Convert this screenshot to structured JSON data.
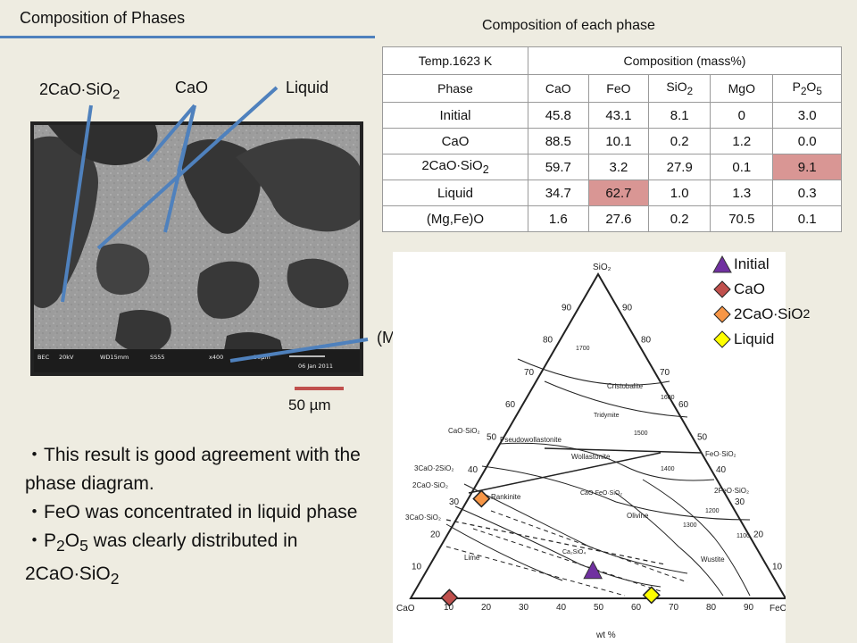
{
  "header": {
    "title": "Composition of Phases",
    "table_title": "Composition of each phase"
  },
  "table": {
    "temp_label": "Temp.1623 K",
    "comp_label": "Composition (mass%)",
    "phase_header": "Phase",
    "columns": [
      "CaO",
      "FeO",
      "SiO",
      "MgO",
      "P",
      "O"
    ],
    "rows": [
      {
        "phase": "Initial",
        "values": [
          "45.8",
          "43.1",
          "8.1",
          "0",
          "3.0"
        ]
      },
      {
        "phase": "CaO",
        "values": [
          "88.5",
          "10.1",
          "0.2",
          "1.2",
          "0.0"
        ]
      },
      {
        "phase": "2CaO∙SiO",
        "values": [
          "59.7",
          "3.2",
          "27.9",
          "0.1",
          "9.1"
        ]
      },
      {
        "phase": "Liquid",
        "values": [
          "34.7",
          "62.7",
          "1.0",
          "1.3",
          "0.3"
        ]
      },
      {
        "phase": "(Mg,Fe)O",
        "values": [
          "1.6",
          "27.6",
          "0.2",
          "70.5",
          "0.1"
        ]
      }
    ],
    "sub": {
      "two": "2",
      "five": "5"
    },
    "highlight_color": "#d99694"
  },
  "image_labels": {
    "c2s": "2CaO∙SiO",
    "cao": "CaO",
    "liquid": "Liquid",
    "mgfeo": "(Mg,Fe)O",
    "scale": "50 µm",
    "sub2": "2"
  },
  "sem_info": {
    "bec": "BEC",
    "kv": "20kV",
    "wd": "WD15mm",
    "ss": "SS55",
    "mag": "x400",
    "scale": "50µm",
    "date": "06 Jan 2011"
  },
  "notes": {
    "bullet": "・",
    "n1": "This result is good agreement with the phase diagram.",
    "n2": "FeO was concentrated in liquid phase",
    "n3a": "P",
    "n3b": "O",
    "n3c": " was clearly distributed in 2CaO∙SiO",
    "sub2": "2",
    "sub5": "5"
  },
  "legend": {
    "initial": "Initial",
    "cao": "CaO",
    "c2s": "2CaO∙SiO",
    "liquid": "Liquid",
    "sub2": "2",
    "colors": {
      "initial": "#7030a0",
      "cao": "#c0504d",
      "c2s": "#f79646",
      "liquid": "#ffff00"
    }
  },
  "diagram": {
    "apex_top": "SiO₂",
    "apex_left": "CaO",
    "apex_right": "FeO",
    "axis_label": "wt %",
    "bottom_ticks": [
      "10",
      "20",
      "30",
      "40",
      "50",
      "60",
      "70",
      "80",
      "90"
    ],
    "left_ticks": [
      "10",
      "20",
      "30",
      "40",
      "50",
      "60",
      "70",
      "80",
      "90"
    ],
    "right_ticks": [
      "90",
      "80",
      "70",
      "60",
      "50",
      "40",
      "30",
      "20",
      "10"
    ],
    "compounds": [
      "CaO·SiO₂",
      "3CaO·2SiO₂",
      "2CaO·SiO₂",
      "3CaO·SiO₂",
      "FeO·SiO₂",
      "2FeO·SiO₂",
      "CaO·FeO·SiO₂"
    ],
    "regions": [
      "Cristobalite",
      "Tridymite",
      "Pseudowollastonite",
      "Wollastonite",
      "Rankinite",
      "Olivine",
      "Ca₂SiO₄",
      "Lime",
      "Wustite"
    ],
    "isotherms": [
      "1700",
      "1600",
      "1500",
      "1400",
      "1300",
      "1200",
      "1100"
    ]
  },
  "points": {
    "initial": {
      "CaO": 45.8,
      "FeO": 43.1,
      "SiO2": 8.1
    },
    "cao": {
      "CaO": 88.5,
      "FeO": 10.1,
      "SiO2": 0.2
    },
    "c2s": {
      "CaO": 59.7,
      "FeO": 3.2,
      "SiO2": 27.9
    },
    "liquid": {
      "CaO": 34.7,
      "FeO": 62.7,
      "SiO2": 1.0
    }
  }
}
